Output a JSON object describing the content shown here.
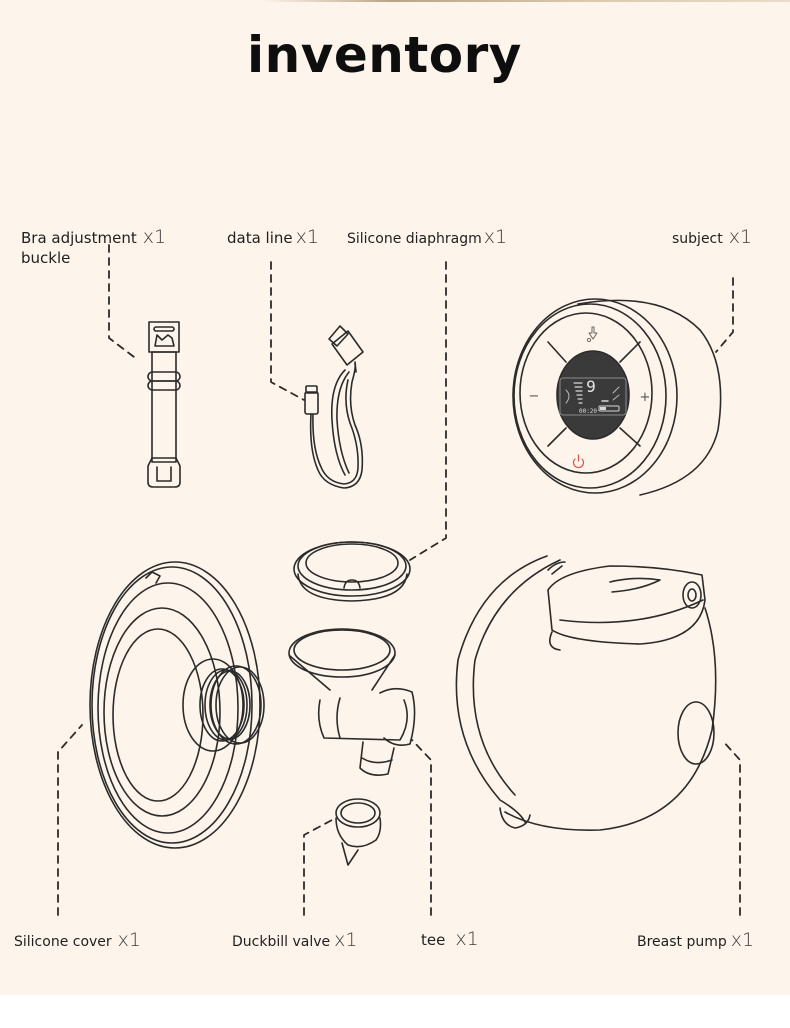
{
  "title": "inventory",
  "quantity_prefix": "x",
  "items": [
    {
      "id": "bra-adjustment-buckle",
      "name_line1": "Bra adjustment",
      "name_line2": "buckle",
      "qty": "x1"
    },
    {
      "id": "data-line",
      "name": "data line",
      "qty": "x1"
    },
    {
      "id": "silicone-diaphragm",
      "name": "Silicone diaphragm",
      "qty": "x1"
    },
    {
      "id": "subject",
      "name": "subject",
      "qty": "x1"
    },
    {
      "id": "silicone-cover",
      "name": "Silicone cover",
      "qty": "x1"
    },
    {
      "id": "duckbill-valve",
      "name": "Duckbill valve",
      "qty": "x1"
    },
    {
      "id": "tee",
      "name": "tee",
      "qty": "x1"
    },
    {
      "id": "breast-pump",
      "name": "Breast pump",
      "qty": "x1"
    }
  ],
  "device_display": {
    "level": "9",
    "timer": "00:20",
    "minus_symbol": "−",
    "plus_symbol": "+"
  },
  "colors": {
    "background": "#fdf5eb",
    "line": "#2b2b2b",
    "screen": "#3a3a3a",
    "power_icon": "#d9534f"
  }
}
